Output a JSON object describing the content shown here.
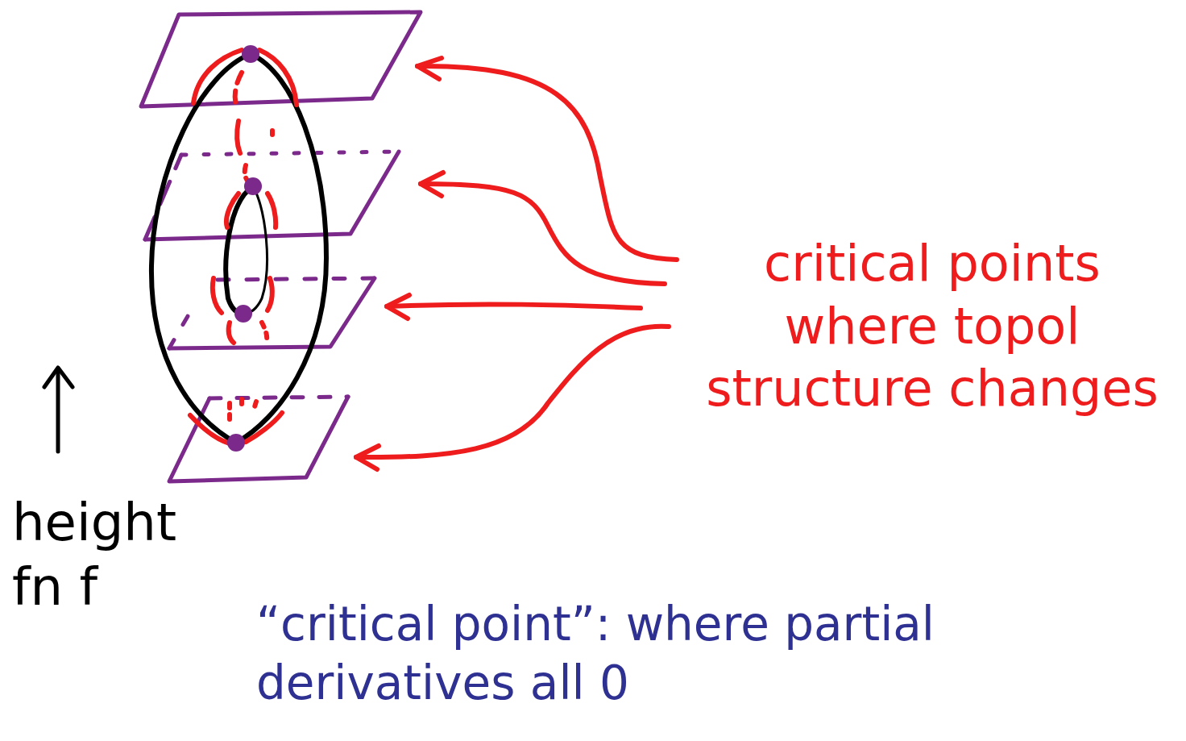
{
  "diagram": {
    "labels": [
      "critical points where topol structure changes",
      "height fn f",
      "“critical point”: where partial derivatives all 0"
    ]
  }
}
